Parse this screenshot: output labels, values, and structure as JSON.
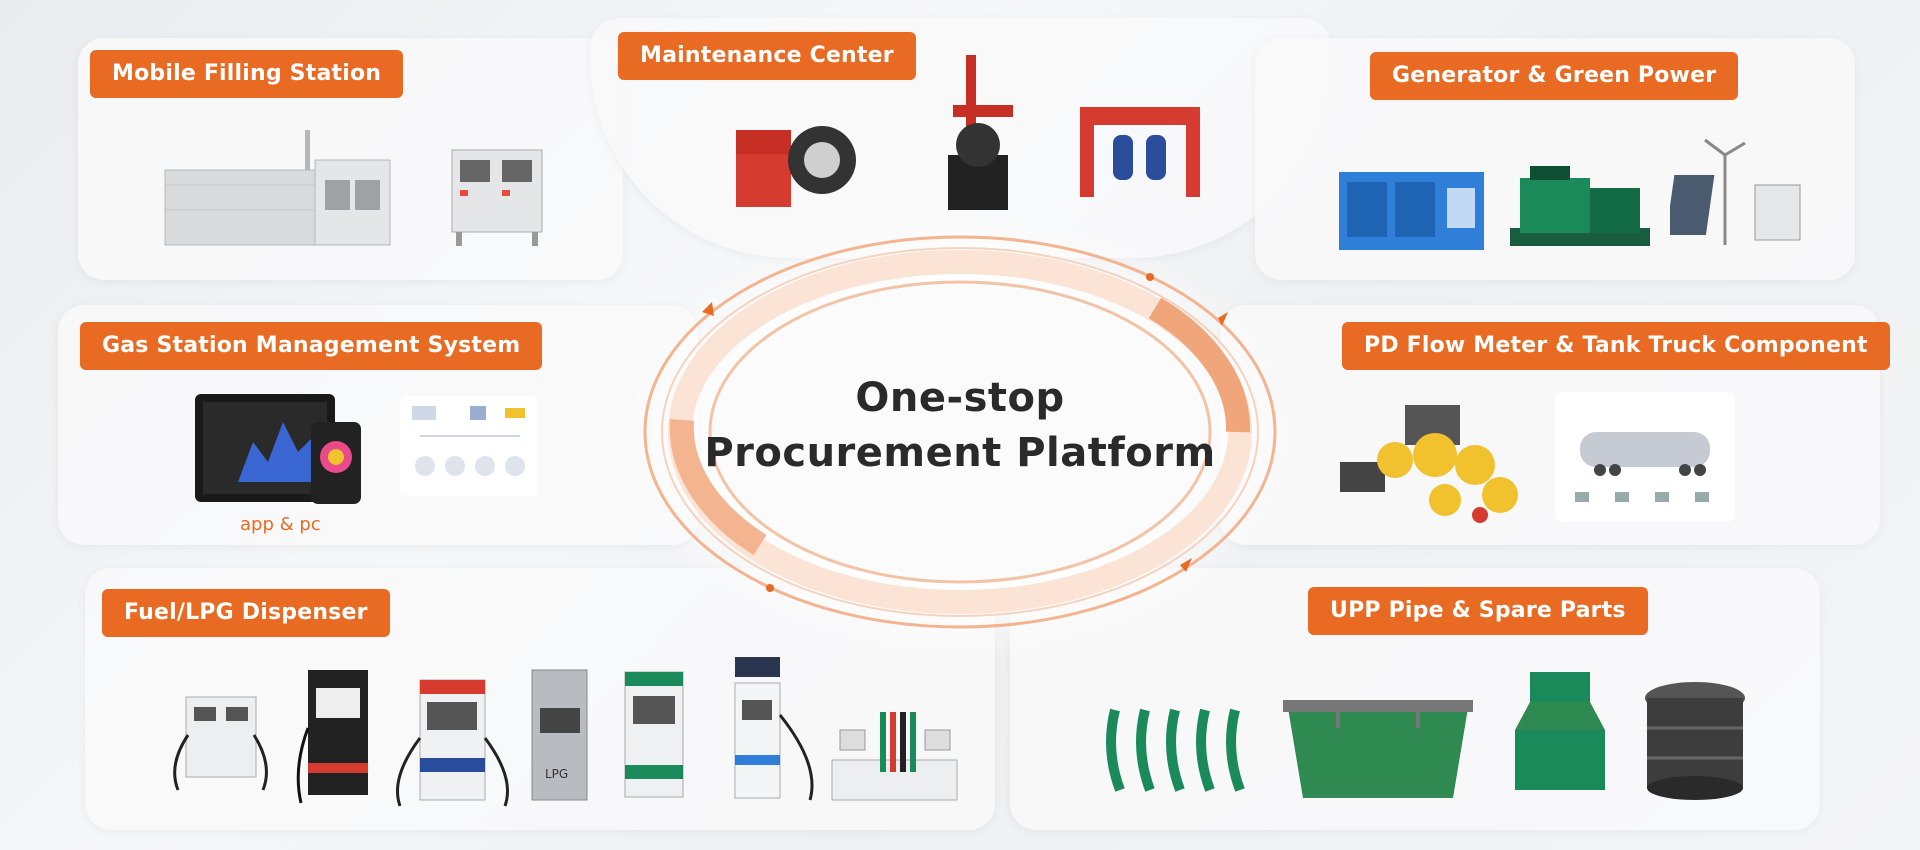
{
  "categories": {
    "mobile_filling": "Mobile Filling Station",
    "maintenance": "Maintenance Center",
    "generator": "Generator & Green Power",
    "gas_mgmt": "Gas Station Management System",
    "pd_flow": "PD Flow Meter & Tank Truck Component",
    "dispenser": "Fuel/LPG Dispenser",
    "upp": "UPP Pipe & Spare Parts"
  },
  "gas_mgmt_caption": "app & pc",
  "center": {
    "line1": "One-stop",
    "line2": "Procurement Platform"
  },
  "colors": {
    "accent": "#e96a22",
    "ring": "#f0a57a",
    "text_dark": "#2a2a2a"
  }
}
